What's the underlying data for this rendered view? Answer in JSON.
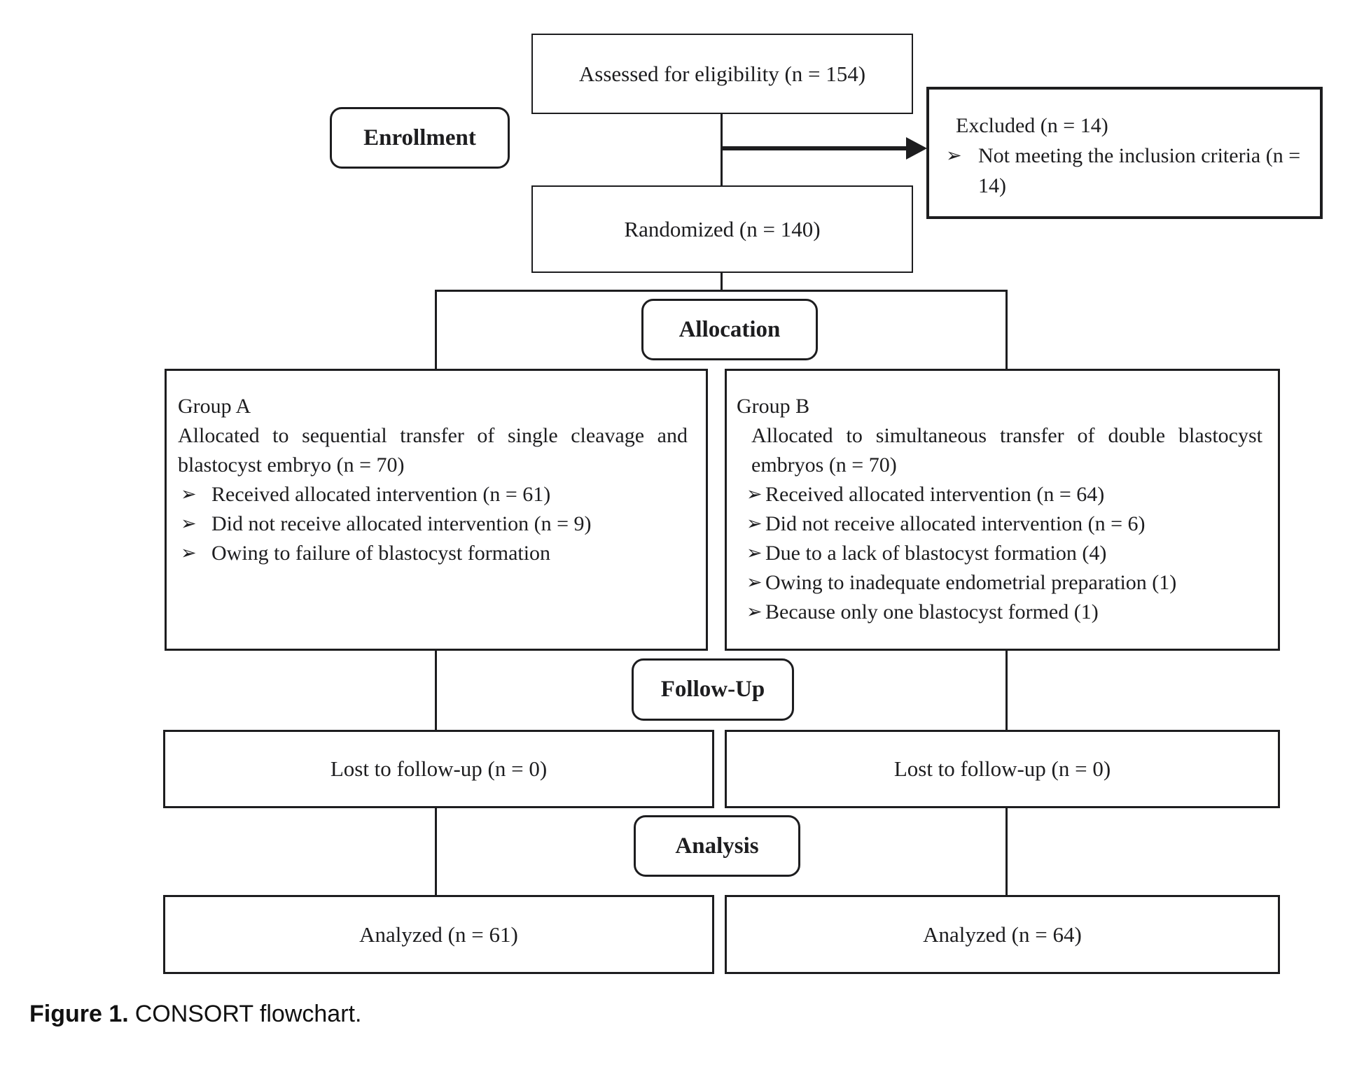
{
  "figure": {
    "caption": {
      "label": "Figure 1.",
      "text": "CONSORT flowchart."
    }
  },
  "flow": {
    "bullet": "➢",
    "assessed": {
      "text": "Assessed for eligibility (n = 154)"
    },
    "stage_enrollment": "Enrollment",
    "excluded": {
      "title": "Excluded (n = 14)",
      "items": [
        "Not meeting the inclusion criteria (n = 14)"
      ]
    },
    "randomized": {
      "text": "Randomized (n = 140)"
    },
    "stage_allocation": "Allocation",
    "group_a": {
      "title": "Group A",
      "desc": "Allocated to sequential transfer of single cleavage and blastocyst embryo (n = 70)",
      "items": [
        "Received allocated intervention (n = 61)",
        "Did not receive allocated intervention (n = 9)",
        "Owing to failure of blastocyst formation"
      ]
    },
    "group_b": {
      "title": "Group B",
      "desc": "Allocated to simultaneous transfer of double blastocyst embryos (n = 70)",
      "items": [
        "Received allocated intervention (n = 64)",
        "Did not receive allocated intervention (n = 6)",
        "Due to a lack of blastocyst formation (4)",
        "Owing to inadequate endometrial preparation (1)",
        "Because only one blastocyst formed (1)"
      ]
    },
    "stage_followup": "Follow-Up",
    "lost_a": {
      "text": "Lost to follow-up (n = 0)"
    },
    "lost_b": {
      "text": "Lost to follow-up (n = 0)"
    },
    "stage_analysis": "Analysis",
    "analyzed_a": {
      "text": "Analyzed (n = 61)"
    },
    "analyzed_b": {
      "text": "Analyzed (n = 64)"
    }
  },
  "colors": {
    "ink": "#1d1d1f",
    "background": "#ffffff"
  }
}
